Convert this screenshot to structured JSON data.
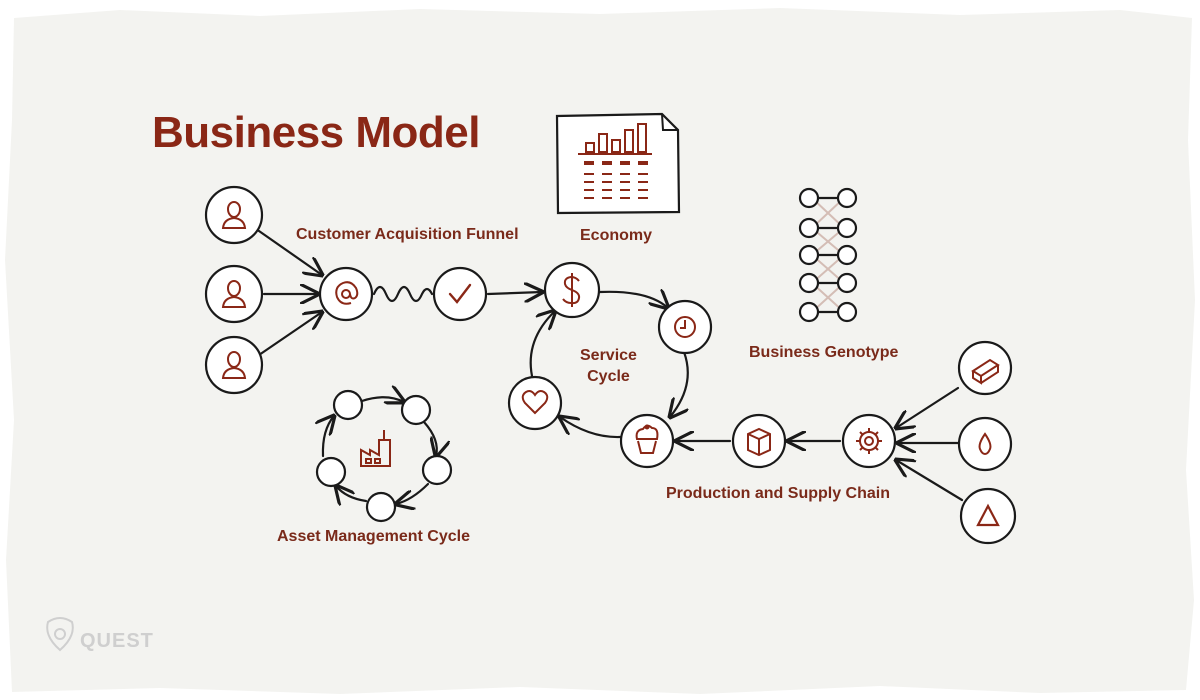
{
  "title": "Business Model",
  "labels": {
    "customer_acquisition_funnel": "Customer Acquisition Funnel",
    "economy": "Economy",
    "service_cycle": "Service\nCycle",
    "business_genotype": "Business Genotype",
    "production_supply_chain": "Production and Supply Chain",
    "asset_management_cycle": "Asset Management Cycle"
  },
  "brand": "QUEST",
  "colors": {
    "ink": "#1a1a1a",
    "accent": "#8a2716",
    "paper": "#f3f3f0",
    "background": "#ffffff"
  },
  "icons": {
    "funnel": [
      "user-icon",
      "user-icon",
      "user-icon",
      "at-sign-icon",
      "checkmark-icon"
    ],
    "service_cycle": [
      "dollar-icon",
      "clock-icon",
      "cupcake-icon",
      "heart-icon"
    ],
    "supply_chain": [
      "box-icon",
      "gear-icon",
      "brick-icon",
      "drop-icon",
      "triangle-icon"
    ],
    "asset_cycle": [
      "factory-icon"
    ],
    "economy": [
      "bar-chart-document-icon"
    ]
  }
}
